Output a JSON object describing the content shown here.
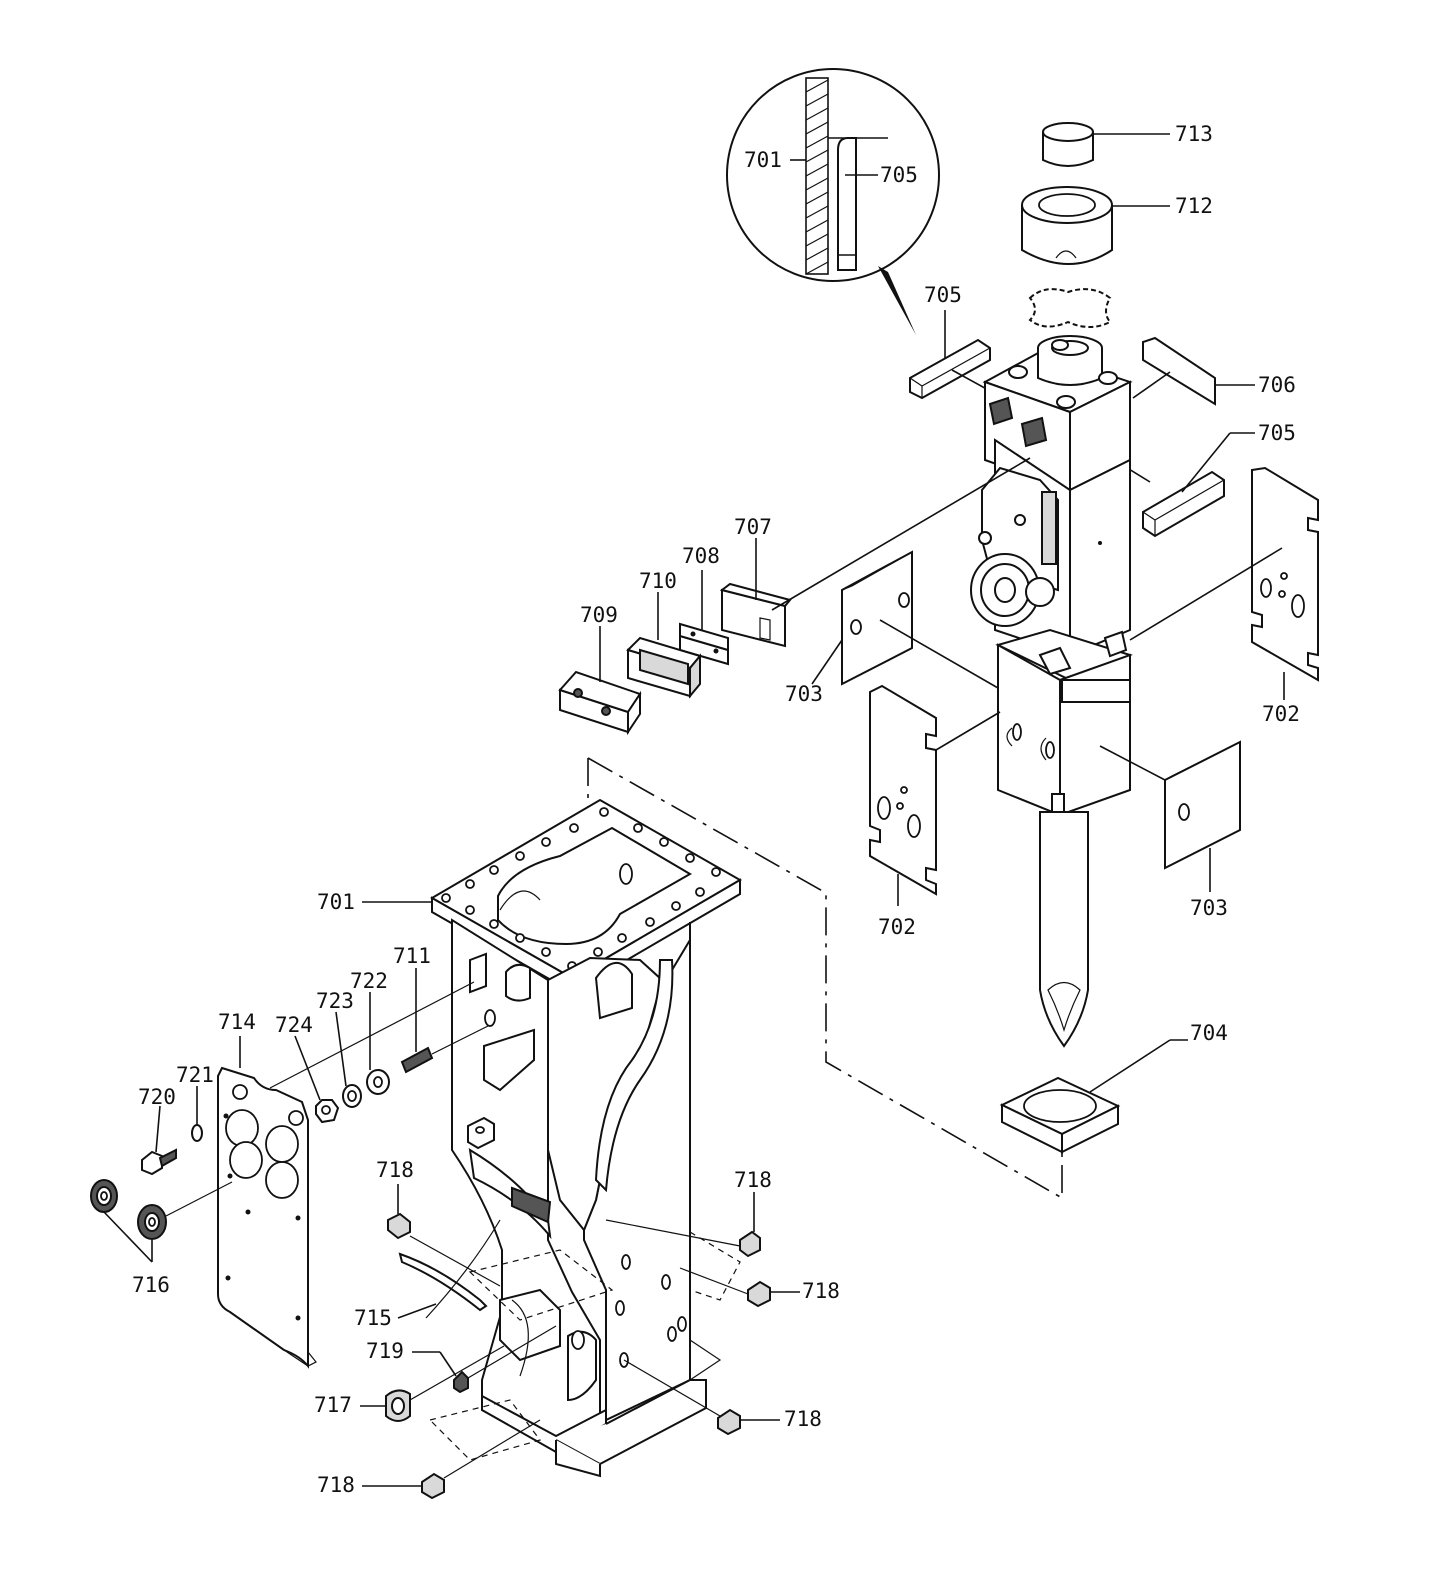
{
  "diagram": {
    "labels": {
      "inset_701": "701",
      "inset_705": "705",
      "p713": "713",
      "p712": "712",
      "p705_top": "705",
      "p706": "706",
      "p705_right": "705",
      "p707": "707",
      "p708": "708",
      "p710": "710",
      "p709": "709",
      "p703_left": "703",
      "p702_right": "702",
      "p702_left": "702",
      "p703_right": "703",
      "p704": "704",
      "p701": "701",
      "p711": "711",
      "p722": "722",
      "p723": "723",
      "p724": "724",
      "p714": "714",
      "p721": "721",
      "p720": "720",
      "p716": "716",
      "p718_a": "718",
      "p718_b": "718",
      "p718_c": "718",
      "p718_d": "718",
      "p718_e": "718",
      "p715": "715",
      "p719": "719",
      "p717": "717"
    }
  }
}
